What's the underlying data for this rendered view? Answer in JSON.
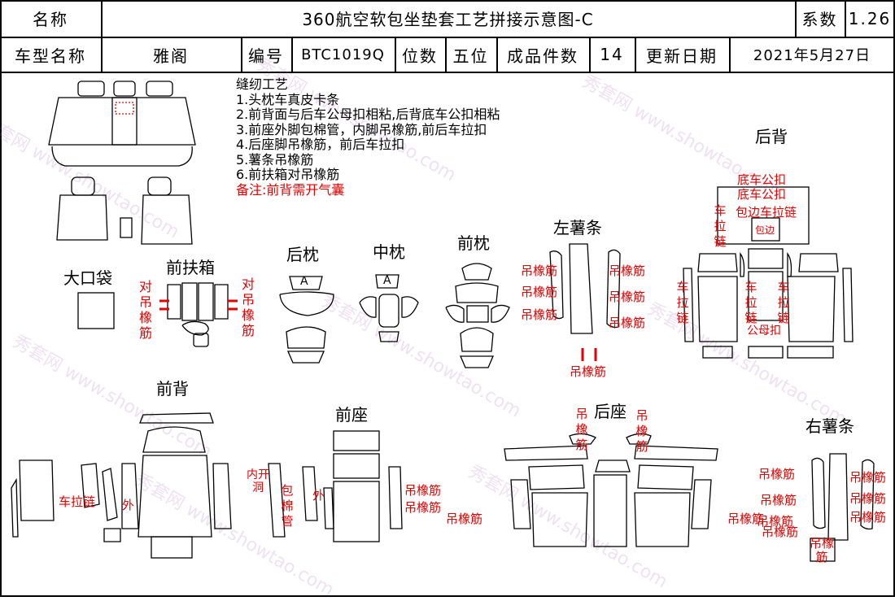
{
  "header": {
    "name_label": "名称",
    "doc_title": "360航空软包坐垫套工艺拼接示意图-C",
    "coef_label": "系数",
    "coef_value": "1.26",
    "car_label": "车型名称",
    "car_value": "雅阁",
    "code_label": "编号",
    "code_value": "BTC1019Q",
    "seat_label": "位数",
    "seat_value": "五位",
    "pieces_label": "成品件数",
    "pieces_value": "14",
    "date_label": "更新日期",
    "date_value": "2021年5月27日"
  },
  "notes": {
    "heading": "缝纫工艺",
    "items": [
      "1.头枕车真皮卡条",
      "2.前背面与后车公母扣相粘,后背底车公扣相粘",
      "3.前座外脚包棉管，内脚吊橡筋,前后车拉扣",
      "4.后座脚吊橡筋，前后车拉扣",
      "5.薯条吊橡筋",
      "6.前扶箱对吊橡筋"
    ],
    "remark": "备注:前背需开气囊"
  },
  "sections": {
    "big_pocket": "大口袋",
    "front_armrest": "前扶箱",
    "rear_pillow": "后枕",
    "mid_pillow": "中枕",
    "front_pillow": "前枕",
    "left_strip": "左薯条",
    "rear_back": "后背",
    "front_back": "前背",
    "front_seat": "前座",
    "rear_seat": "后座",
    "right_strip": "右薯条"
  },
  "annotations": {
    "dui_diao_xiangjin": "对吊橡筋",
    "diao_xiangjin": "吊橡筋",
    "di_che_gongkou": "底车公扣",
    "che_lalian": "车拉链",
    "bao_bian_che_lalian": "包边车拉链",
    "gong_mu_kou": "公母扣",
    "bao_bian": "包边",
    "chelajian": "车拉链",
    "wai": "外",
    "nei_kaidong": "内开洞",
    "bao_mianguan": "包棉管",
    "pillow_mark": "A"
  },
  "watermark": {
    "text": "秀套网 www.showtao.com"
  }
}
